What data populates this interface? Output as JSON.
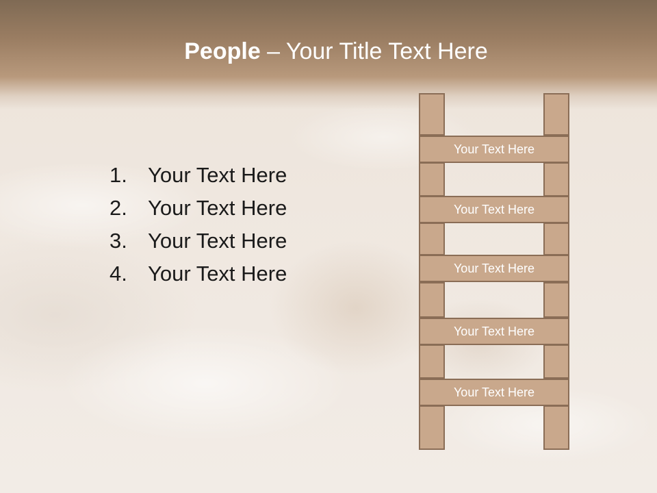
{
  "slide": {
    "title_bold": "People",
    "title_rest": " – Your Title Text Here"
  },
  "list": [
    {
      "number": "1.",
      "text": "Your Text Here"
    },
    {
      "number": "2.",
      "text": "Your Text Here"
    },
    {
      "number": "3.",
      "text": "Your Text Here"
    },
    {
      "number": "4.",
      "text": "Your Text Here"
    }
  ],
  "ladder": {
    "rungs": [
      "Your Text Here",
      "Your Text Here",
      "Your Text Here",
      "Your Text Here",
      "Your Text Here"
    ]
  },
  "colors": {
    "title_band": "#9a7d62",
    "ladder_fill": "#c9a88c",
    "ladder_border": "#8a6d56"
  }
}
